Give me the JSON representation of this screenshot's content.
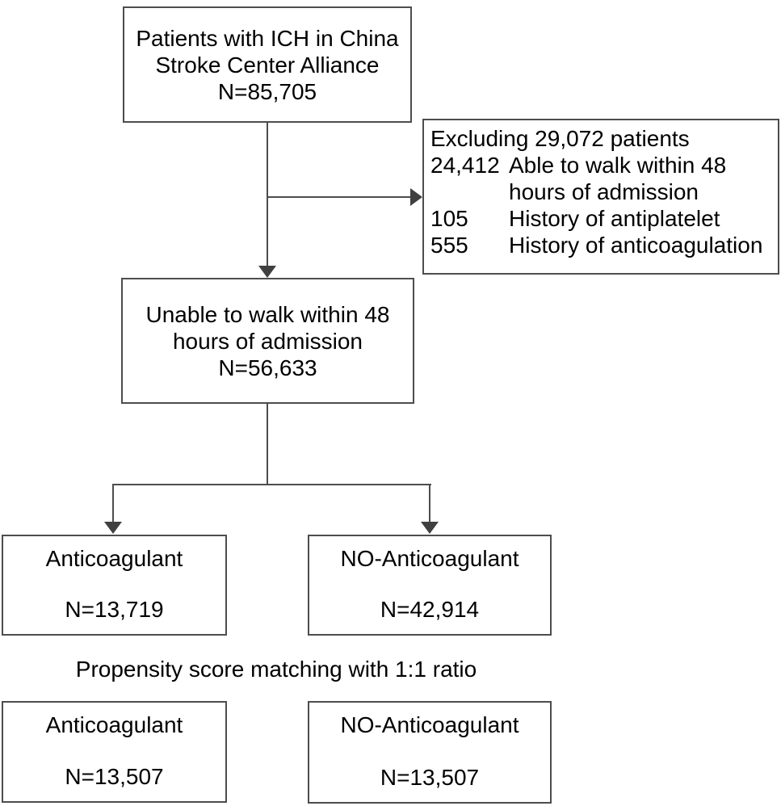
{
  "diagram": {
    "top_box": {
      "line1": "Patients with ICH in China",
      "line2": "Stroke Center Alliance",
      "line3": "N=85,705"
    },
    "exclusion_box": {
      "header": "Excluding 29,072 patients",
      "rows": [
        {
          "num": "24,412",
          "desc": "Able to walk within 48\nhours of admission"
        },
        {
          "num": "105",
          "desc": "History of antiplatelet"
        },
        {
          "num": "555",
          "desc": "History of anticoagulation"
        }
      ]
    },
    "eligible_box": {
      "line1": "Unable to walk within 48",
      "line2": "hours of admission",
      "line3": "N=56,633"
    },
    "pre_match": {
      "left": {
        "label": "Anticoagulant",
        "n": "N=13,719"
      },
      "right": {
        "label": "NO-Anticoagulant",
        "n": "N=42,914"
      }
    },
    "matching_label": "Propensity score matching with 1:1 ratio",
    "post_match": {
      "left": {
        "label": "Anticoagulant",
        "n": "N=13,507"
      },
      "right": {
        "label": "NO-Anticoagulant",
        "n": "N=13,507"
      }
    },
    "colors": {
      "line": "#4d4d4d",
      "arrowhead": "#404040",
      "text": "#000000",
      "background": "#ffffff"
    }
  }
}
